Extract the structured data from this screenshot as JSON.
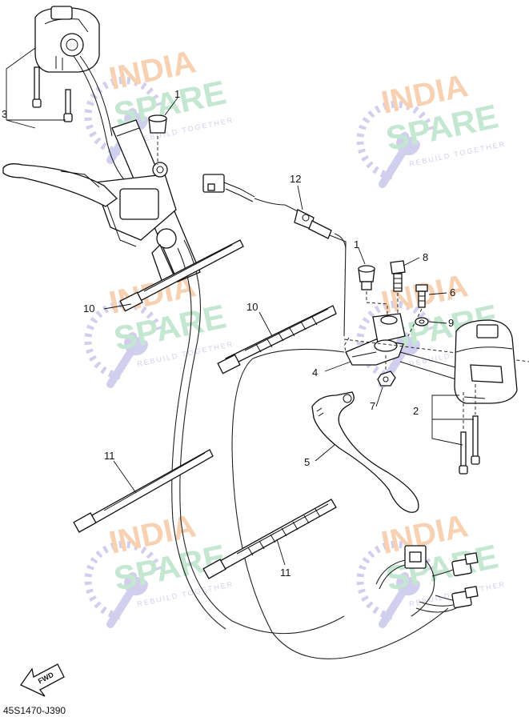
{
  "watermark": {
    "line1": "INDIA",
    "line2": "SPARE",
    "tagline": "REBUILD TOGETHER",
    "color_orange": "#f6c9a3",
    "color_green": "#b9e3c9",
    "color_blue": "#c9c7ea"
  },
  "callouts": [
    "1",
    "12",
    "1",
    "8",
    "6",
    "9",
    "3",
    "10",
    "10",
    "4",
    "7",
    "2",
    "5",
    "11",
    "11"
  ],
  "diagram_code": "45S1470-J390",
  "fwd_label": "FWD"
}
